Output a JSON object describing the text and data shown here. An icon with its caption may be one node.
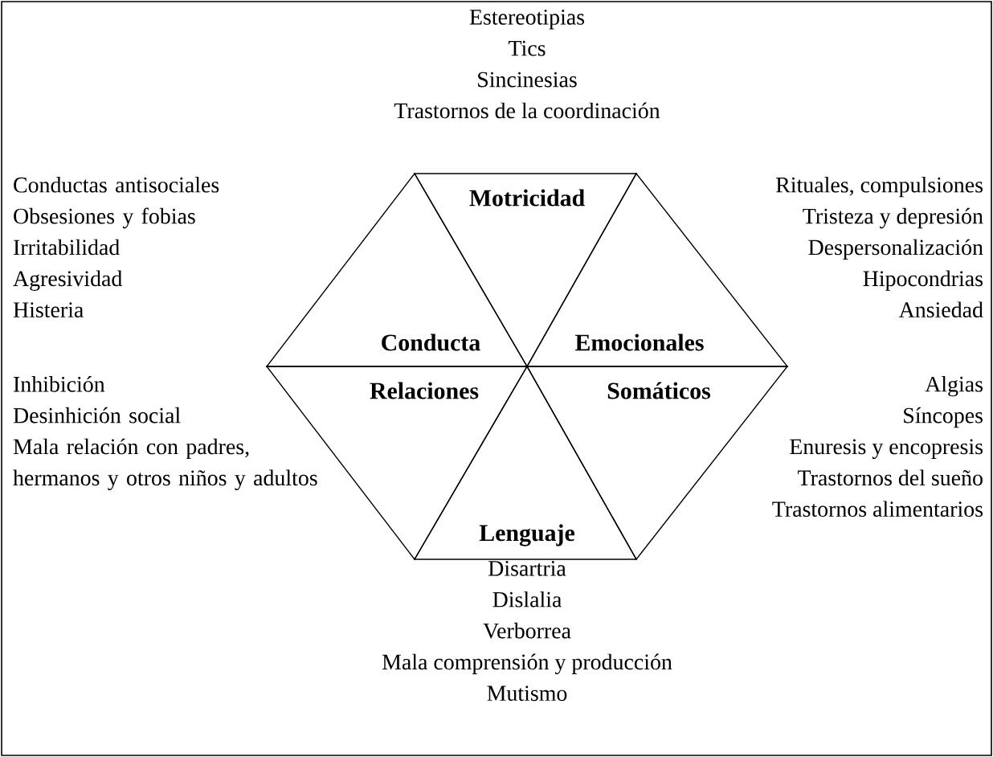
{
  "diagram": {
    "nodes": [
      {
        "text": [
          "Motricidad"
        ],
        "beside": [
          "Estereotipias",
          "Tics",
          "Sincinesias",
          "Trastornos de la coordinación"
        ]
      },
      {
        "text": [
          "Conducta"
        ],
        "beside": [
          "Conductas antisociales",
          "Obsesiones y fobias",
          "Irritabilidad",
          "Agresividad",
          "Histeria"
        ]
      },
      {
        "text": [
          "Emocionales"
        ],
        "beside": [
          "Rituales, compulsiones",
          "Tristeza y depresión",
          "Despersonalización",
          "Hipocondrias",
          "Ansiedad"
        ]
      },
      {
        "text": [
          "Relaciones"
        ],
        "beside": [
          "Inhibición",
          "Desinhición social",
          "Mala relación con padres, hermanos y otros niños y adultos"
        ]
      },
      {
        "text": [
          "Somáticos"
        ],
        "beside": [
          "Algias",
          "Síncopes",
          "Enuresis y encopresis",
          "Trastornos del sueño",
          "Trastornos alimentarios"
        ]
      },
      {
        "text": [
          "Lenguaje"
        ],
        "beside": [
          "Disartria",
          "Dislalia",
          "Verborrea",
          "Mala comprensión y producción",
          "Mutismo"
        ]
      }
    ]
  }
}
